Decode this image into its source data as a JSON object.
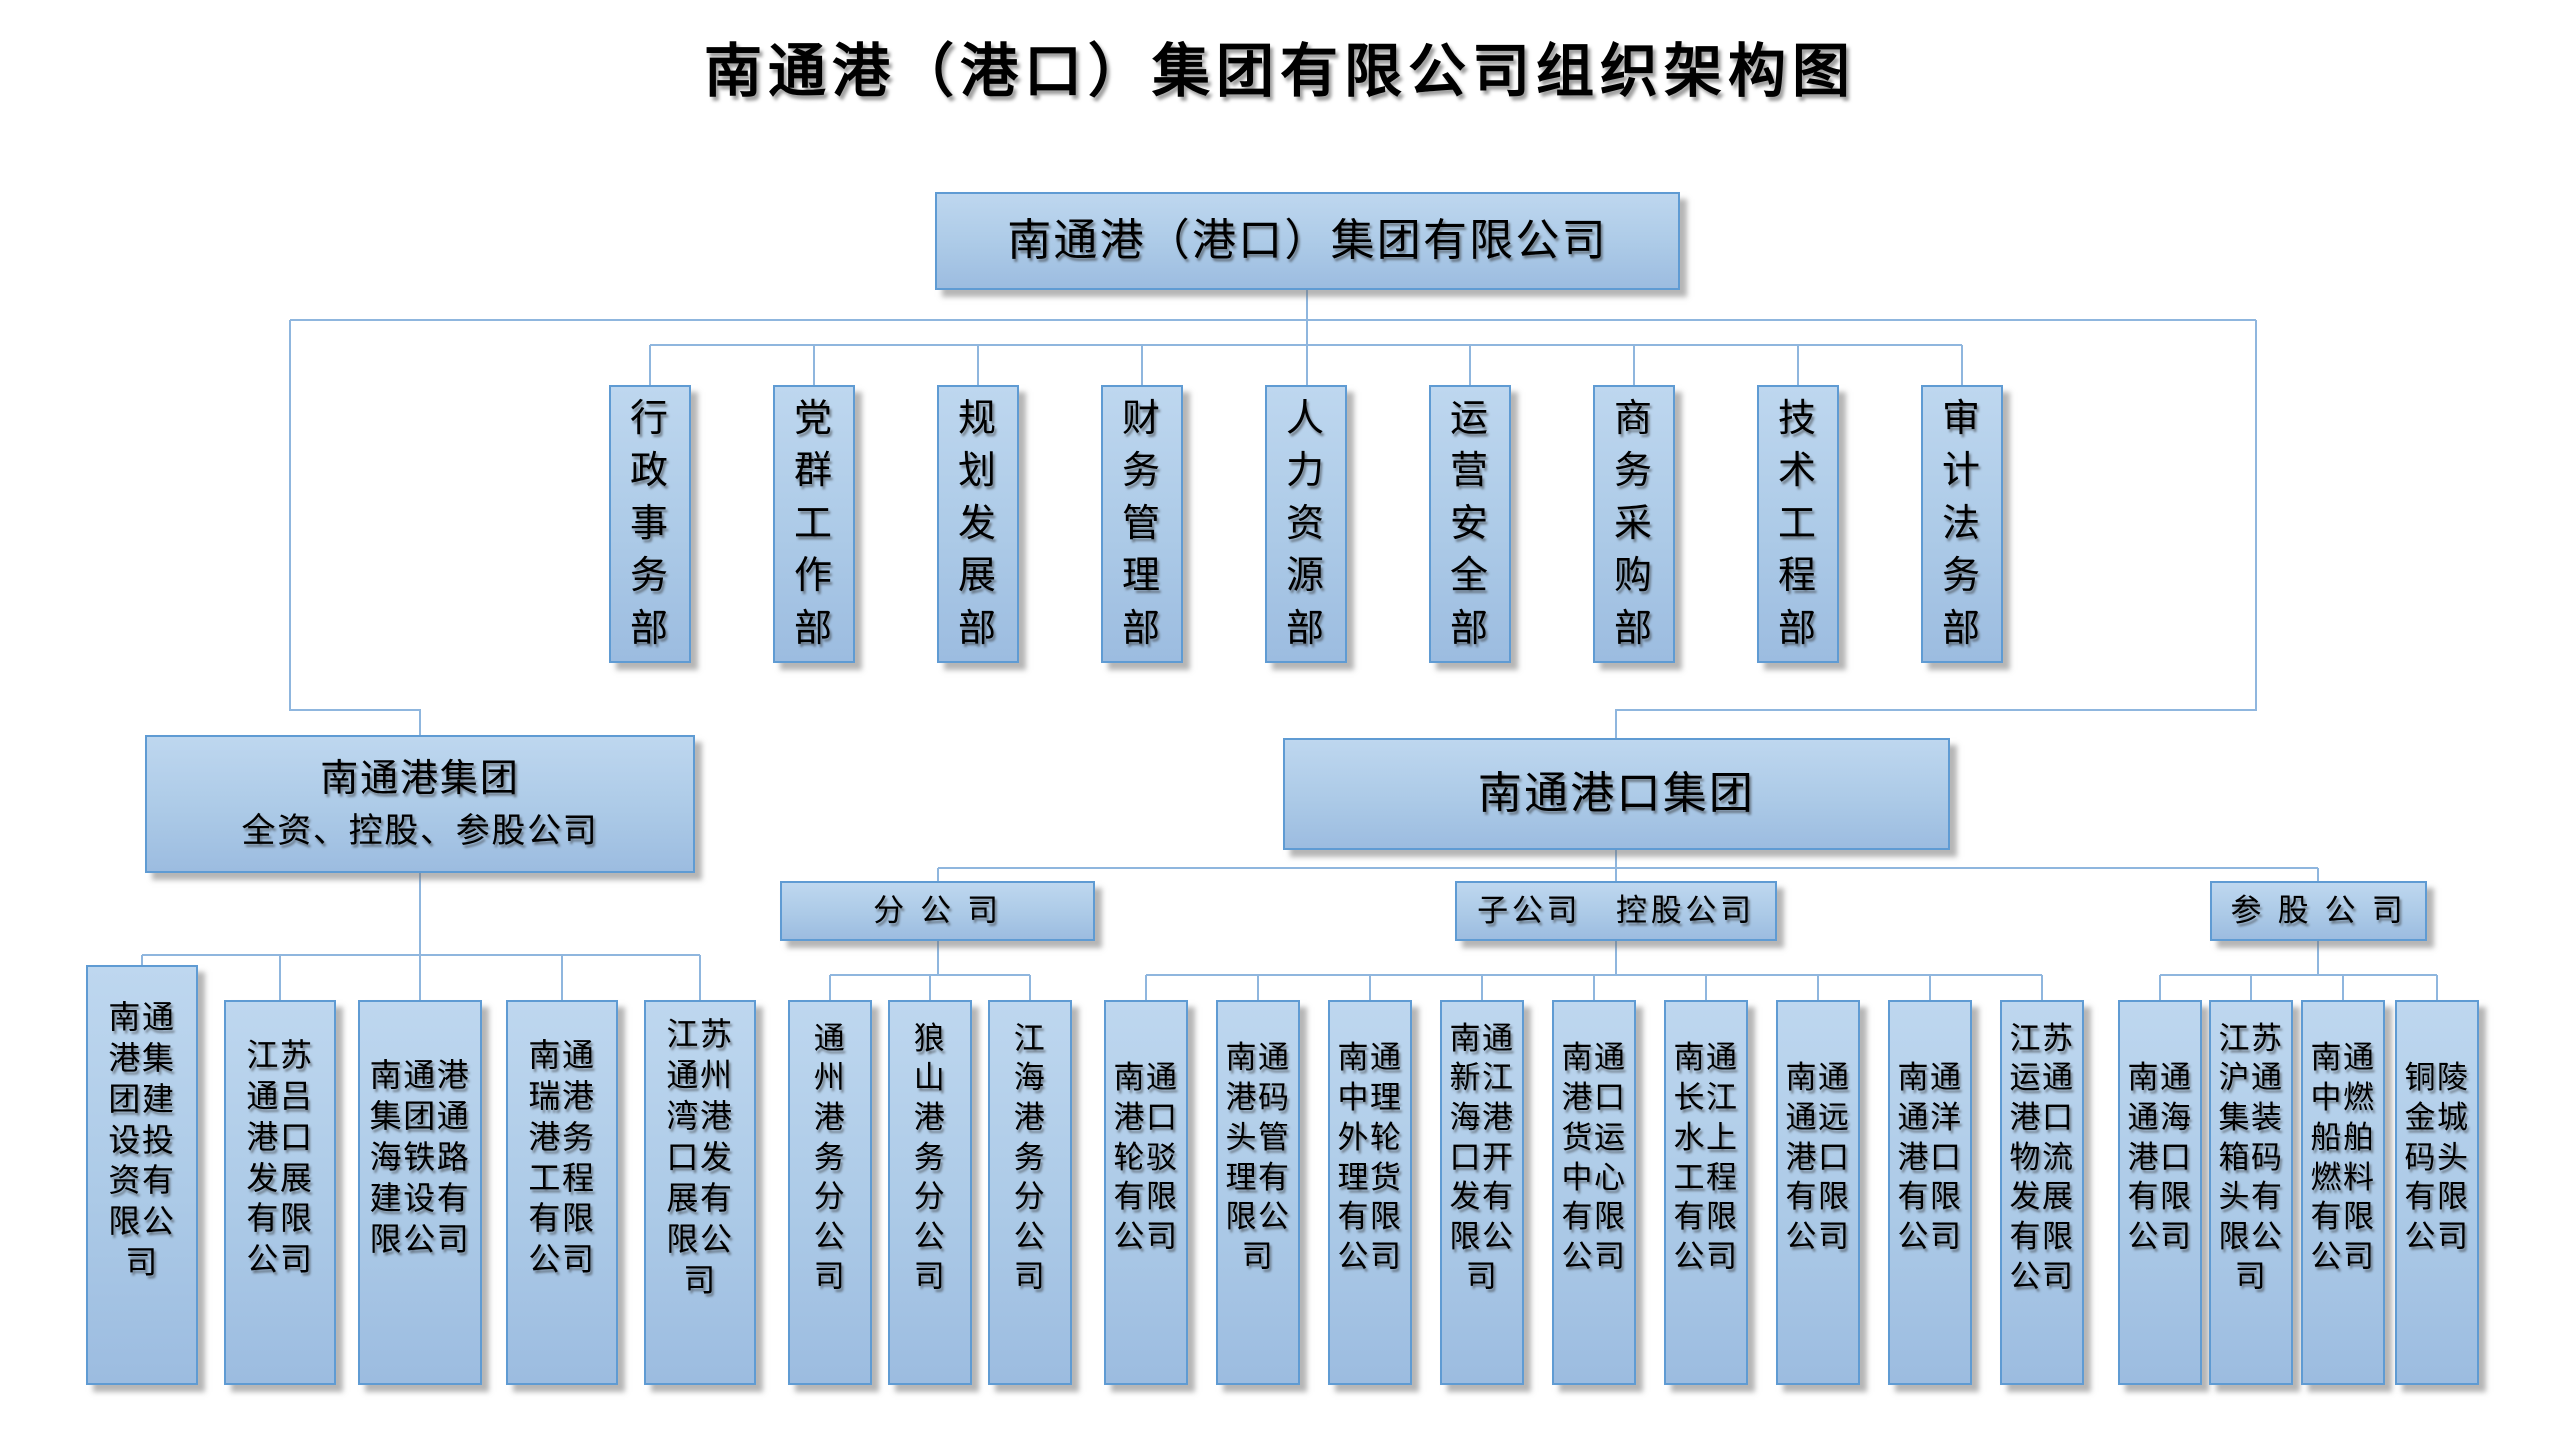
{
  "title": "南通港（港口）集团有限公司组织架构图",
  "root": {
    "label": "南通港（港口）集团有限公司"
  },
  "departments": [
    "行政事务部",
    "党群工作部",
    "规划发展部",
    "财务管理部",
    "人力资源部",
    "运营安全部",
    "商务采购部",
    "技术工程部",
    "审计法务部"
  ],
  "left_branch": {
    "line1": "南通港集团",
    "line2": "全资、控股、参股公司",
    "children": [
      "南通港集团建设投资有限公司",
      "江苏通吕港口发展有限公司",
      "南通港集团通海铁路建设有限公司",
      "南通瑞港港务工程有限公司",
      "江苏通州湾港口发展有限公司"
    ]
  },
  "right_branch": {
    "label": "南通港口集团",
    "groups": [
      {
        "label": "分 公 司",
        "children": [
          "通州港务分公司",
          "狼山港务分公司",
          "江海港务分公司"
        ]
      },
      {
        "label": "子公司　控股公司",
        "children": [
          "南通港口轮驳有限公司",
          "南通港码头管理有限公司",
          "南通中理外轮理货有限公司",
          "南通新江海港口开发有限公司",
          "南通港口货运中心有限公司",
          "南通长江水上工程有限公司",
          "南通通远港口有限公司",
          "南通通洋港口有限公司",
          "江苏运通港口物流发展有限公司"
        ]
      },
      {
        "label": "参 股 公 司",
        "children": [
          "南通通海港口有限公司",
          "江苏沪通集装箱码头有限公司",
          "南通中燃船舶燃料有限公司",
          "铜陵金城码头有限公司"
        ]
      }
    ]
  },
  "colors": {
    "box_fill_top": "#bed7ef",
    "box_fill_bottom": "#9cbce0",
    "box_border": "#5f9bd3",
    "connector": "#8fb6de",
    "text": "#000000",
    "background": "#ffffff"
  }
}
